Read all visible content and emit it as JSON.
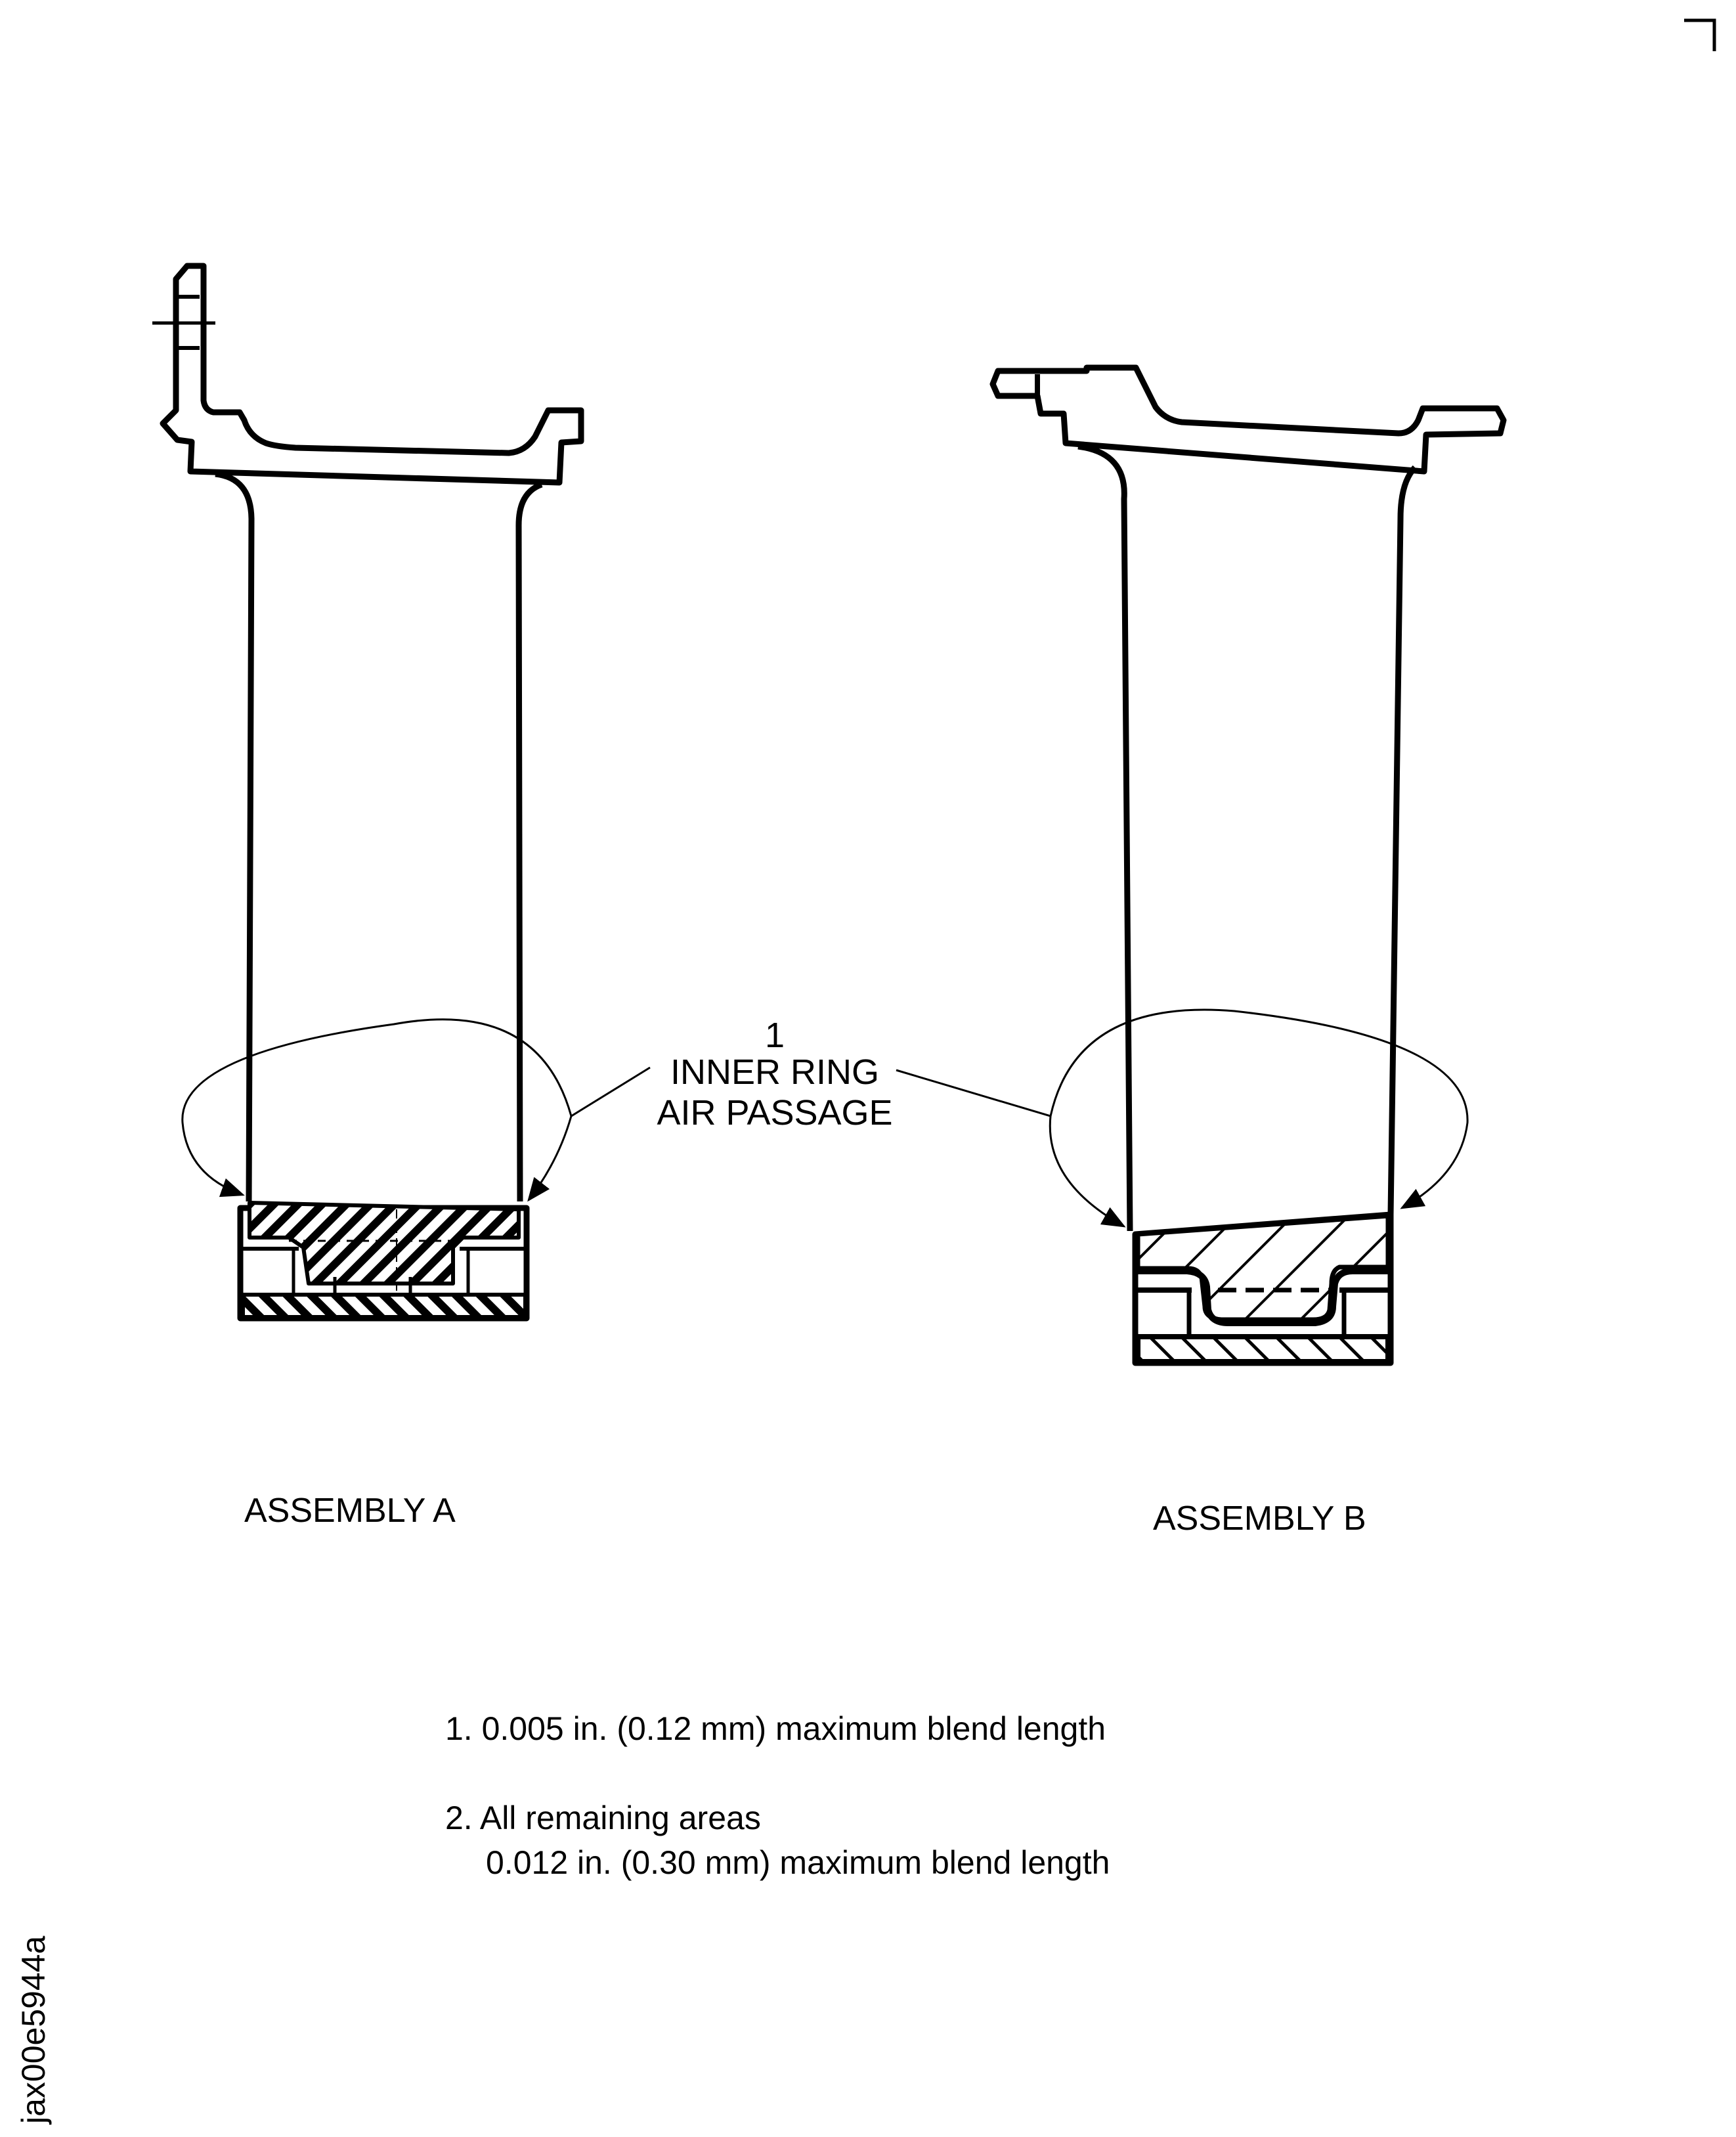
{
  "callout": {
    "number": "1",
    "line1": "INNER RING",
    "line2": "AIR PASSAGE"
  },
  "assemblies": [
    {
      "label": "ASSEMBLY A"
    },
    {
      "label": "ASSEMBLY B"
    }
  ],
  "notes": [
    {
      "number": "1.",
      "line1": "0.005 in. (0.12 mm) maximum blend length"
    },
    {
      "number": "2.",
      "line1": "All remaining areas",
      "line2": "0.012 in. (0.30 mm) maximum blend length"
    }
  ],
  "figure_id": "jax00e5944a",
  "colors": {
    "line": "#000000",
    "background": "#ffffff"
  }
}
